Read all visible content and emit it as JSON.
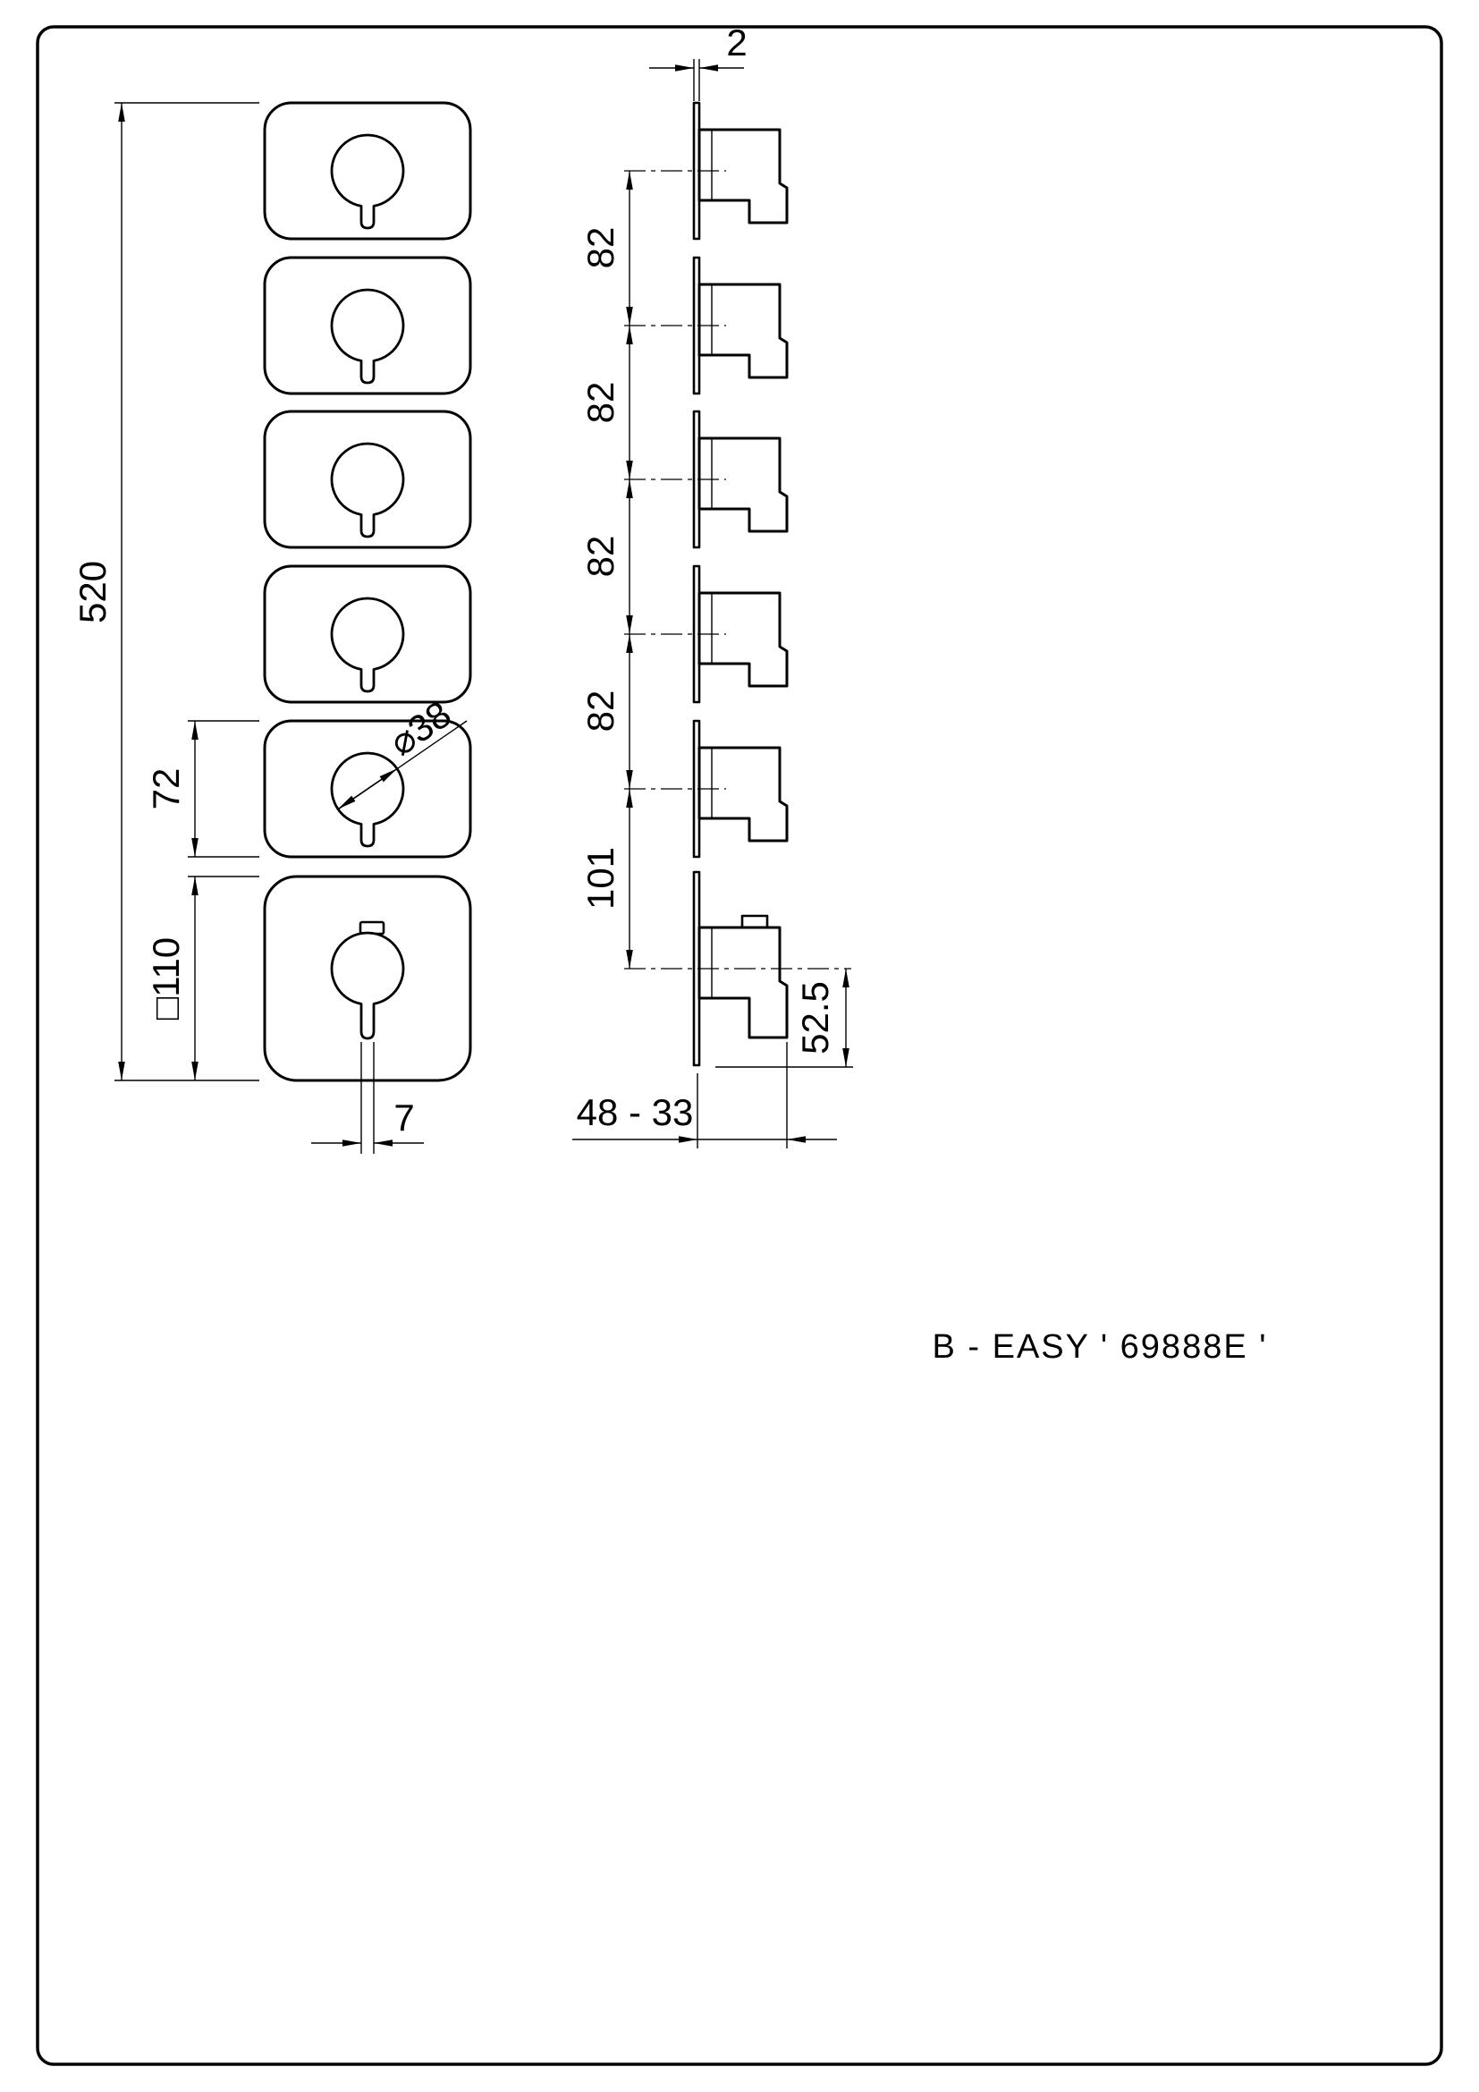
{
  "title_block": {
    "label": "B - EASY ' 69888E '",
    "series": "B-EASY",
    "model": "69888E"
  },
  "dims": {
    "overall_height": "520",
    "plate_height": "72",
    "plate_square": "□110",
    "knob_diameter": "⌀38",
    "stem_width": "7",
    "plate_thickness": "2",
    "unit_spacing": "82",
    "last_spacing": "101",
    "handle_drop": "52.5",
    "depth_range": "48 - 33"
  },
  "colors": {
    "ink": "#000000",
    "paper": "#ffffff"
  }
}
